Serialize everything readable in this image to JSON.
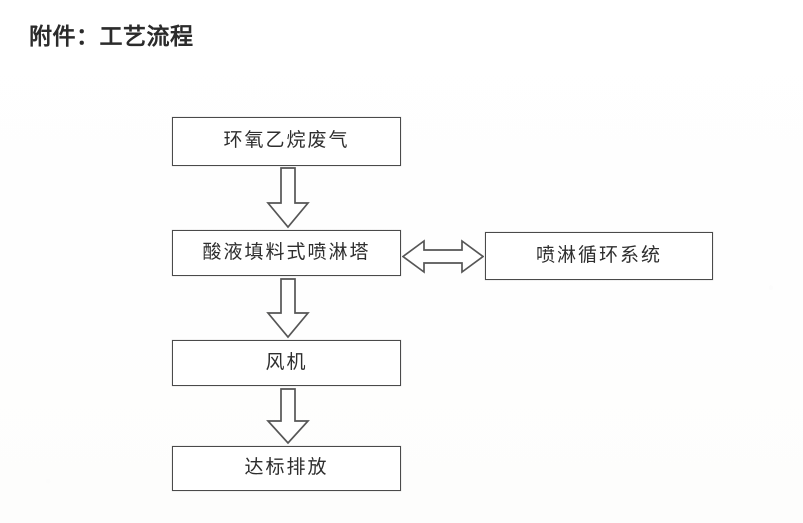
{
  "document": {
    "title": "附件：工艺流程",
    "page_background": "#ffffff",
    "ink_color": "#2e2e2e",
    "border_color": "#4a4a4a"
  },
  "flowchart": {
    "type": "process-flow-diagram",
    "orientation": "top-to-bottom",
    "nodes": [
      {
        "id": "waste-gas",
        "label": "环氧乙烷废气"
      },
      {
        "id": "spray-tower",
        "label": "酸液填料式喷淋塔"
      },
      {
        "id": "circulation",
        "label": "喷淋循环系统"
      },
      {
        "id": "fan",
        "label": "风机"
      },
      {
        "id": "discharge",
        "label": "达标排放"
      }
    ],
    "connectors": [
      {
        "id": "arrow-1",
        "icon": "arrow-down-icon",
        "from": "waste-gas",
        "to": "spray-tower"
      },
      {
        "id": "arrow-2",
        "icon": "arrow-down-icon",
        "from": "spray-tower",
        "to": "fan"
      },
      {
        "id": "arrow-3",
        "icon": "arrow-down-icon",
        "from": "fan",
        "to": "discharge"
      },
      {
        "id": "arrow-4",
        "icon": "arrow-left-right-icon",
        "from": "spray-tower",
        "to": "circulation"
      }
    ]
  }
}
